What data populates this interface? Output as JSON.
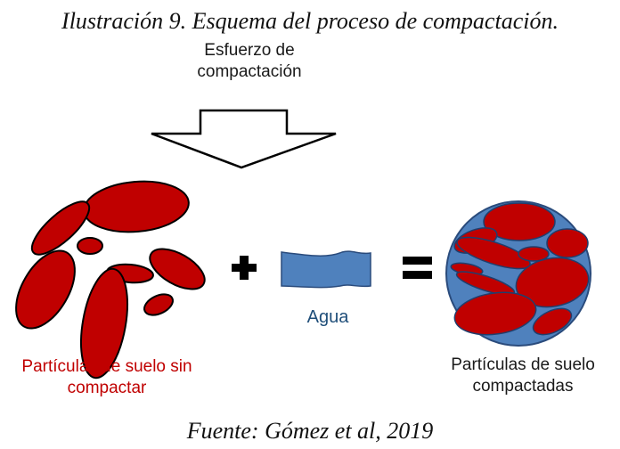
{
  "caption": {
    "title": "Ilustración 9. Esquema del proceso de compactación.",
    "source": "Fuente: Gómez et al, 2019"
  },
  "labels": {
    "stress": "Esfuerzo de\ncompactación",
    "water": "Agua",
    "loose_particles": "Partículas de suelo sin\ncompactar",
    "compacted_particles": "Partículas de suelo\ncompactadas"
  },
  "icons": {
    "arrow": "down-arrow-icon",
    "plus": "plus-icon",
    "equals": "equals-icon"
  },
  "colors": {
    "particle_fill": "#c00000",
    "particle_stroke": "#000000",
    "water_fill": "#4f81bd",
    "water_stroke": "#2a4b7c",
    "loose_label": "#c00000",
    "dark_label": "#1a1a1a",
    "water_label": "#1f4e79"
  }
}
